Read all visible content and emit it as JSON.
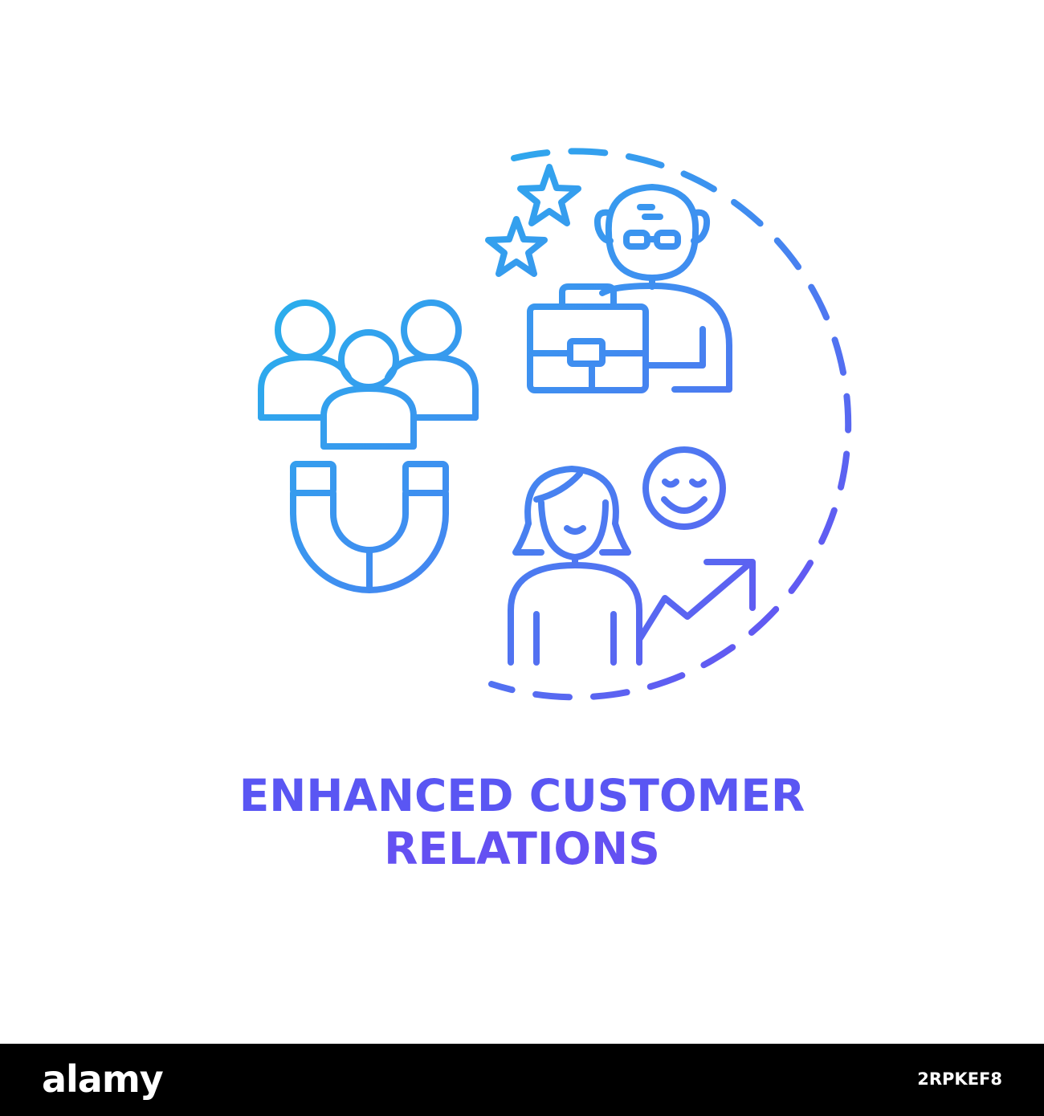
{
  "title": {
    "line1": "ENHANCED CUSTOMER",
    "line2": "RELATIONS"
  },
  "colors": {
    "gradient_start": "#1ec0ea",
    "gradient_mid": "#3f8ef0",
    "gradient_end": "#6a4cf2",
    "background": "#ffffff",
    "footer_background": "#000000",
    "footer_text": "#ffffff"
  },
  "icons": [
    "dashed-circle-frame",
    "customer-group-icon",
    "magnet-icon",
    "star-icon",
    "elderly-man-icon",
    "briefcase-icon",
    "woman-icon",
    "smiley-face-icon",
    "growth-arrow-icon"
  ],
  "footer": {
    "logo": "alamy",
    "image_id": "2RPKEF8"
  }
}
